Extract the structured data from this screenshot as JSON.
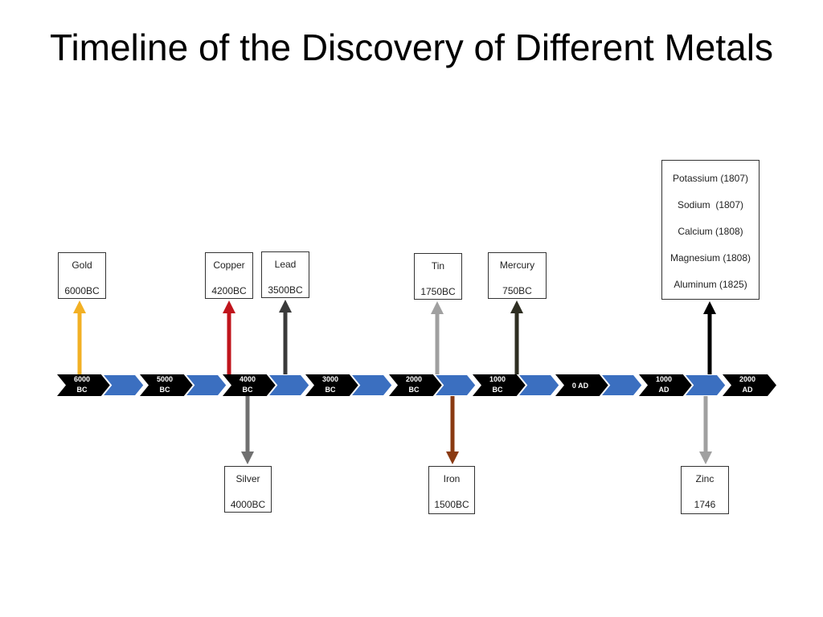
{
  "title": "Timeline of the Discovery of Different Metals",
  "axis": {
    "ticks": [
      {
        "line1": "6000",
        "line2": "BC"
      },
      {
        "line1": "5000",
        "line2": "BC"
      },
      {
        "line1": "4000",
        "line2": "BC"
      },
      {
        "line1": "3000",
        "line2": "BC"
      },
      {
        "line1": "2000",
        "line2": "BC"
      },
      {
        "line1": "1000",
        "line2": "BC"
      },
      {
        "line1": "0 AD",
        "line2": ""
      },
      {
        "line1": "1000",
        "line2": "AD"
      },
      {
        "line1": "2000",
        "line2": "AD"
      }
    ],
    "chevron_color": "#3b6fc0",
    "label_color": "#000000"
  },
  "events_above": [
    {
      "name": "Gold",
      "date": "6000BC",
      "arrow_color": "#f2b024"
    },
    {
      "name": "Copper",
      "date": "4200BC",
      "arrow_color": "#c0141c"
    },
    {
      "name": "Lead",
      "date": "3500BC",
      "arrow_color": "#3a3a3a"
    },
    {
      "name": "Tin",
      "date": "1750BC",
      "arrow_color": "#a0a0a0"
    },
    {
      "name": "Mercury",
      "date": "750BC",
      "arrow_color": "#2e2e22"
    }
  ],
  "events_below": [
    {
      "name": "Silver",
      "date": "4000BC",
      "arrow_color": "#707070"
    },
    {
      "name": "Iron",
      "date": "1500BC",
      "arrow_color": "#8a3a12"
    },
    {
      "name": "Zinc",
      "date": "1746",
      "arrow_color": "#a0a0a0"
    }
  ],
  "modern_group": {
    "arrow_color": "#000000",
    "items": [
      "Potassium (1807)",
      "Sodium  (1807)",
      "Calcium (1808)",
      "Magnesium (1808)",
      "Aluminum (1825)"
    ]
  }
}
